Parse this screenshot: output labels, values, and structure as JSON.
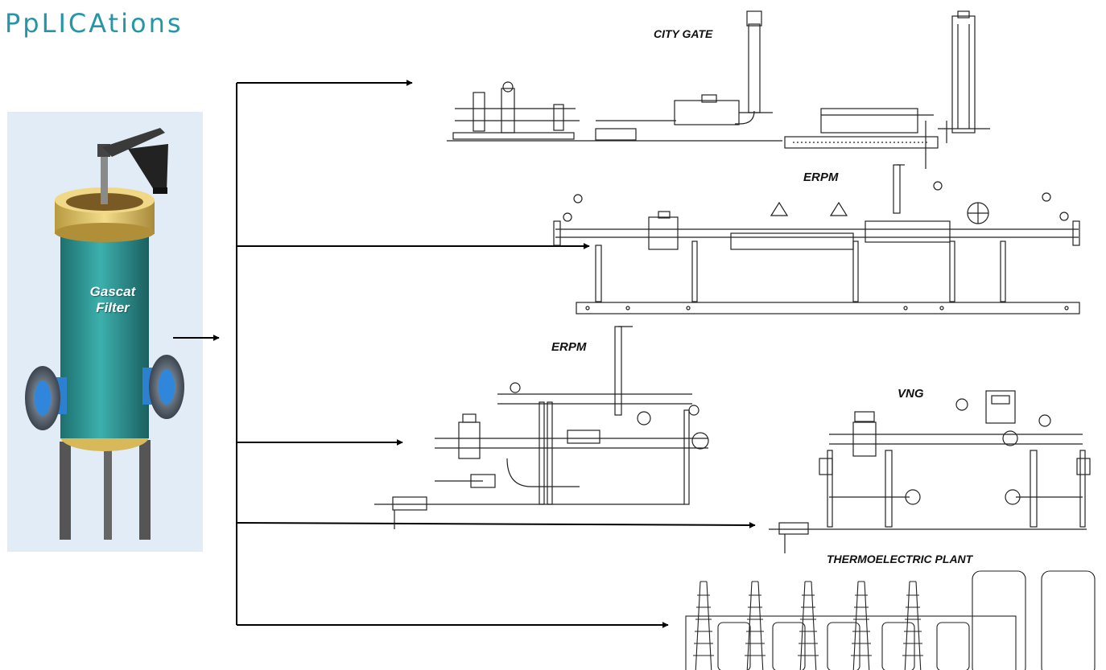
{
  "title": "PpLICAtions",
  "filter": {
    "label_line1": "Gascat",
    "label_line2": "Filter"
  },
  "applications": [
    {
      "label": "CITY GATE"
    },
    {
      "label": "ERPM"
    },
    {
      "label": "ERPM"
    },
    {
      "label": "VNG"
    },
    {
      "label": "THERMOELECTRIC PLANT"
    }
  ],
  "colors": {
    "title": "#2496a8",
    "filter_body": "#2f9c9a",
    "filter_collar": "#e9cf74",
    "filter_nozzle": "#3f8fd9",
    "arrows": "#000000"
  },
  "icons": [
    "filter-vessel-icon",
    "arrow-icon",
    "piping-diagram-icon",
    "chimney-icon"
  ]
}
